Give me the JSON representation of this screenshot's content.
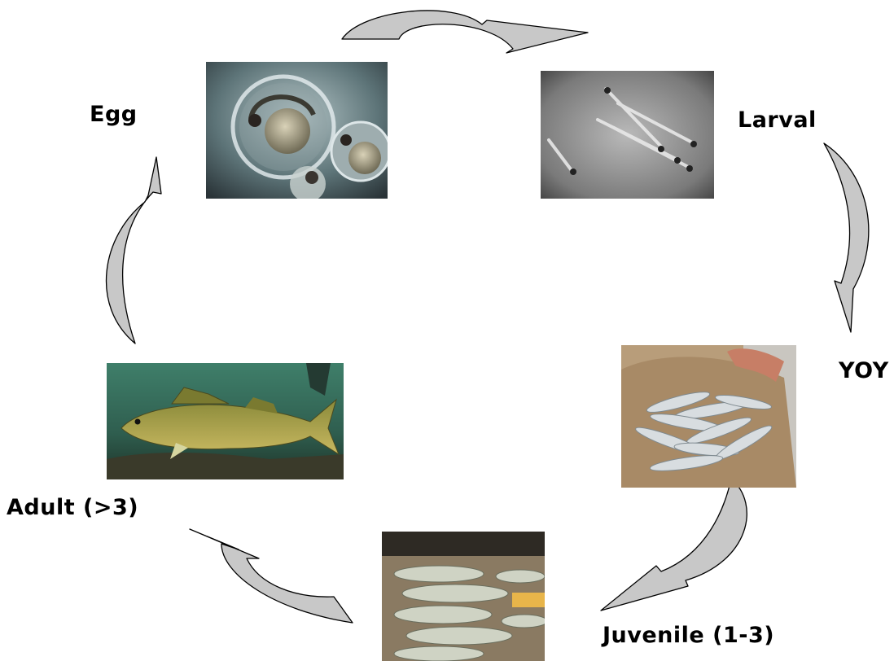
{
  "diagram": {
    "stages": [
      {
        "id": "egg",
        "label": "Egg",
        "photo": "fish-eggs-photo"
      },
      {
        "id": "larval",
        "label": "Larval",
        "photo": "larval-fish-photo"
      },
      {
        "id": "yoy",
        "label": "YOY",
        "photo": "yoy-fish-in-net-photo"
      },
      {
        "id": "juvenile",
        "label": "Juvenile (1-3)",
        "photo": "juvenile-fish-photo"
      },
      {
        "id": "adult",
        "label": "Adult (>3)",
        "photo": "adult-walleye-underwater-photo"
      }
    ],
    "arrow_fill": "#c8c8c8",
    "arrow_stroke": "#000000"
  }
}
